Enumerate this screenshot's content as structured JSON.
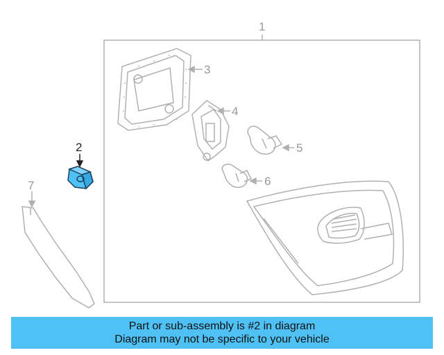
{
  "diagram": {
    "callouts": {
      "c1": "1",
      "c2": "2",
      "c3": "3",
      "c4": "4",
      "c5": "5",
      "c6": "6",
      "c7": "7"
    },
    "highlighted_part": "2",
    "colors": {
      "line": "#b0b0b0",
      "highlight_fill": "#4fc1f5",
      "highlight_stroke": "#1a3d5c",
      "banner": "#4fc1f5"
    },
    "icons": [
      "bracket-icon",
      "gasket-icon",
      "socket-icon",
      "bulb-icon",
      "nut-icon",
      "lamp-assembly-icon",
      "trim-strip-icon"
    ]
  },
  "banner": {
    "line1": "Part or sub-assembly is #2 in diagram",
    "line2": "Diagram may not be specific to your vehicle"
  }
}
